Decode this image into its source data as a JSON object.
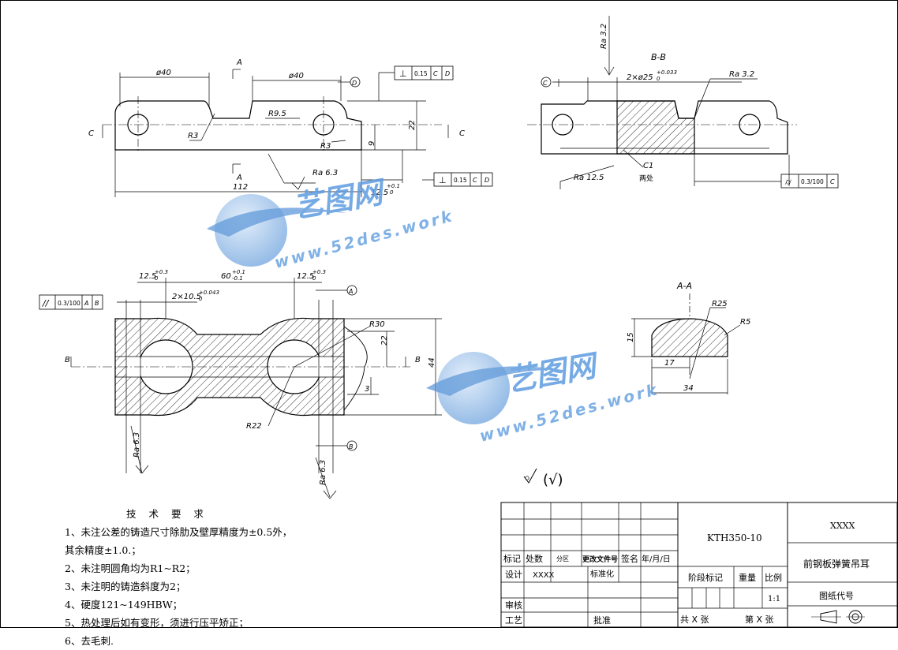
{
  "watermark": {
    "brand": "艺图网",
    "site": "www.52des.work"
  },
  "views": {
    "top": {
      "dims": {
        "d40_left": "ø40",
        "d40_right": "ø40",
        "len112": "112",
        "r3_a": "R3",
        "r3_b": "R3",
        "r9_5": "R9.5",
        "h9": "9",
        "h22": "22",
        "w12_5": "12.5",
        "tol_up": "+0.1",
        "tol_lo": "0",
        "ra63": "Ra 6.3"
      },
      "section_a": "A",
      "section_c": "C",
      "fcf_top": {
        "symbol": "⊥",
        "tol": "0.15",
        "ref1": "C",
        "ref2": "D"
      },
      "fcf_bottom": {
        "symbol": "⊥",
        "tol": "0.15",
        "ref1": "C",
        "ref2": "D"
      },
      "datum_d": "D"
    },
    "bb": {
      "title": "B-B",
      "ra32_top": "Ra 3.2",
      "ra32_right": "Ra 3.2",
      "ra125": "Ra 12.5",
      "holes": "2×ø25",
      "holes_up": "+0.033",
      "holes_lo": "0",
      "chamfer": "C1",
      "chamfer_note": "两处",
      "datum_c": "C",
      "fcf": {
        "symbol": "⌭",
        "tol": "0.3/100",
        "ref1": "C"
      }
    },
    "front": {
      "dims": {
        "w12_5_l": "12.5",
        "w12_5_r": "12.5",
        "up_l": "+0.3",
        "lo_l": "0",
        "up_r": "+0.3",
        "lo_r": "0",
        "d60": "60",
        "d60_up": "+0.1",
        "d60_lo": "-0.1",
        "holes": "2×10.5",
        "holes_up": "+0.043",
        "holes_lo": "0",
        "r30": "R30",
        "r22": "R22",
        "h22": "22",
        "h44": "44",
        "h3": "3",
        "ra63_l": "Ra 6.3",
        "ra63_r": "Ra 6.3"
      },
      "fcf": {
        "symbol": "//",
        "tol": "0.3/100",
        "ref1": "A",
        "ref2": "B"
      },
      "datum_a": "A",
      "datum_b": "B",
      "section_b": "B"
    },
    "aa": {
      "title": "A-A",
      "r25": "R25",
      "r5": "R5",
      "h15": "15",
      "w17": "17",
      "w34": "34"
    }
  },
  "roughness_note": "(√)",
  "tech": {
    "title": "技 术 要 求",
    "items": [
      "1、未注公差的铸造尺寸除肋及壁厚精度为±0.5外，",
      "其余精度±1.0.；",
      "2、未注明圆角均为R1~R2；",
      "3、未注明的铸造斜度为2；",
      "4、硬度121~149HBW；",
      "5、热处理后如有变形，须进行压平矫正；",
      "6、去毛刺."
    ]
  },
  "titleblock": {
    "h_mark": "标记",
    "h_count": "处数",
    "h_zone": "分区",
    "h_doc": "更改文件号",
    "h_sign": "签名",
    "h_date": "年/月/日",
    "design": "设计",
    "design_val": "XXXX",
    "standard": "标准化",
    "review": "审核",
    "process": "工艺",
    "approve": "批准",
    "code": "KTH350-10",
    "company": "XXXX",
    "name": "前钢板弹簧吊耳",
    "stage": "阶段标记",
    "weight": "重量",
    "scale": "比例",
    "scale_val": "1:1",
    "drawing_no": "图纸代号",
    "total": "共 X 张",
    "sheet": "第 X 张"
  }
}
